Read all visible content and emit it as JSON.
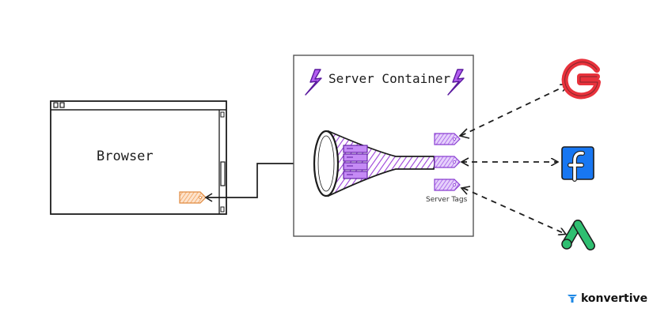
{
  "browser": {
    "label": "Browser"
  },
  "server_container": {
    "title": "Server Container",
    "tags_label": "Server Tags"
  },
  "destinations": [
    {
      "name": "google-logo",
      "icon": "google-g-icon",
      "color": "#e8323c"
    },
    {
      "name": "facebook-logo",
      "icon": "facebook-f-icon",
      "color": "#1877f2"
    },
    {
      "name": "google-ads-logo",
      "icon": "google-ads-icon",
      "color": "#2fbf71"
    }
  ],
  "brand": {
    "name": "konvertive",
    "color": "#1e88e5"
  },
  "colors": {
    "tag_purple": "#a35be8",
    "tag_orange": "#f2a25e",
    "funnel_purple": "#9b3fd9",
    "bolt": "#8a2be2",
    "ink": "#1c1c1c"
  }
}
